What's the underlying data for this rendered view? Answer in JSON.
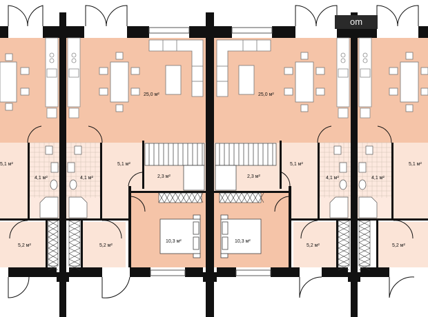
{
  "floor_plan": {
    "colors": {
      "living": "#f5c4a8",
      "hall": "#fbe4d7",
      "bath": "#fde9df",
      "wall": "#111111",
      "furniture": "#ffffff",
      "grid": "#c9b7ab"
    },
    "areas": {
      "living_left": "25,0 м²",
      "living_right": "25,0 м²",
      "stair_left": "2,3 м²",
      "stair_right": "2,3 м²",
      "bedroom_left": "10,3 м²",
      "bedroom_right": "10,3 м²",
      "hall_1": "5,1 м²",
      "hall_2": "5,1 м²",
      "hall_3": "5,1 м²",
      "hall_4": "5,1 м²",
      "bath_1": "4,1 м²",
      "bath_2": "4,1 м²",
      "bath_3": "4,1 м²",
      "bath_4": "4,1 м²",
      "room_1": "5,2 м²",
      "room_2": "5,2 м²",
      "room_3": "5,2 м²",
      "room_4": "5,2 м²"
    },
    "watermark": "om"
  }
}
